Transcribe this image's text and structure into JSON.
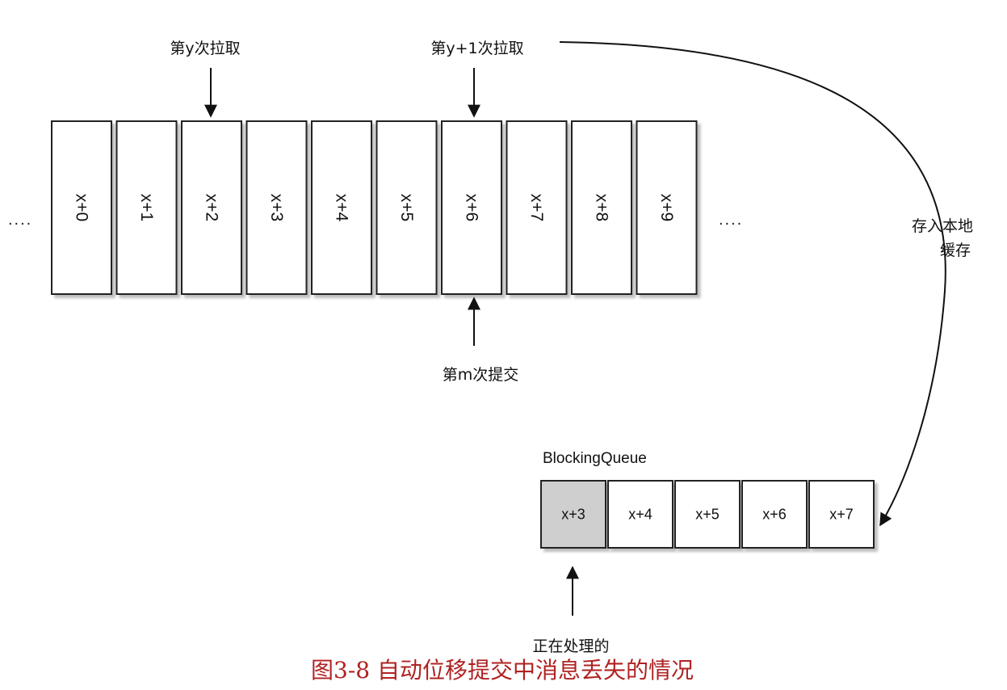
{
  "log": {
    "cells": [
      "x+0",
      "x+1",
      "x+2",
      "x+3",
      "x+4",
      "x+5",
      "x+6",
      "x+7",
      "x+8",
      "x+9"
    ],
    "ellipsis_left": "....",
    "ellipsis_right": "....",
    "pull_y_label": "第y次拉取",
    "pull_y1_label": "第y+1次拉取",
    "commit_label": "第m次提交"
  },
  "cache": {
    "line1": "存入本地",
    "line2": "缓存"
  },
  "queue": {
    "title": "BlockingQueue",
    "cells": [
      "x+3",
      "x+4",
      "x+5",
      "x+6",
      "x+7"
    ],
    "processing_label": "正在处理的"
  },
  "caption": "图3-8  自动位移提交中消息丢失的情况",
  "colors": {
    "cell_fill": "#ffffff",
    "processing_fill": "#cfcfcf",
    "stroke": "#222222",
    "caption": "#b02222"
  }
}
